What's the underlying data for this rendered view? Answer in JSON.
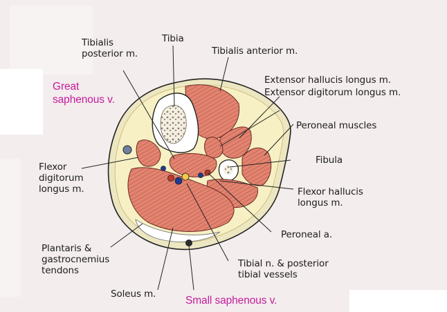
{
  "diagram": {
    "labels": {
      "tibialis_posterior": "Tibialis\nposterior m.",
      "tibia": "Tibia",
      "tibialis_anterior": "Tibialis anterior m.",
      "extensor_hallucis": "Extensor hallucis longus m.",
      "extensor_digitorum": "Extensor digitorum longus m.",
      "great_saphenous": "Great\nsaphenous v.",
      "peroneal_muscles": "Peroneal muscles",
      "fibula": "Fibula",
      "flexor_digitorum": "Flexor\ndigitorum\nlongus m.",
      "flexor_hallucis": "Flexor hallucis\nlongus m.",
      "peroneal_a": "Peroneal a.",
      "plantaris": "Plantaris &\ngastrocnemius\ntendons",
      "tibial_n": "Tibial n. & posterior\ntibial vessels",
      "soleus": "Soleus m.",
      "small_saphenous": "Small saphenous v."
    },
    "colors": {
      "muscle": "#e07d68",
      "muscle_stripe": "#b8544a",
      "fat": "#f7f0c4",
      "skin": "#ece7c2",
      "bone": "#ffffff",
      "highlight_label": "#c41b9c",
      "artery": "#c0392b",
      "vein": "#1f3a93"
    }
  }
}
